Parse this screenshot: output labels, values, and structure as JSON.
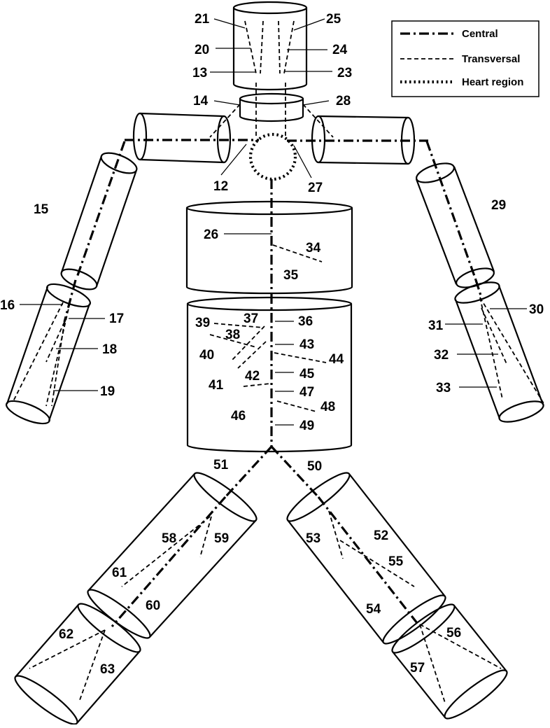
{
  "legend": {
    "central": "Central",
    "transversal": "Transversal",
    "heart": "Heart region"
  },
  "labels": {
    "l12": "12",
    "l13": "13",
    "l14": "14",
    "l15": "15",
    "l16": "16",
    "l17": "17",
    "l18": "18",
    "l19": "19",
    "l20": "20",
    "l21": "21",
    "l23": "23",
    "l24": "24",
    "l25": "25",
    "l26": "26",
    "l27": "27",
    "l28": "28",
    "l29": "29",
    "l30": "30",
    "l31": "31",
    "l32": "32",
    "l33": "33",
    "l34": "34",
    "l35": "35",
    "l36": "36",
    "l37": "37",
    "l38": "38",
    "l39": "39",
    "l40": "40",
    "l41": "41",
    "l42": "42",
    "l43": "43",
    "l44": "44",
    "l45": "45",
    "l46": "46",
    "l47": "47",
    "l48": "48",
    "l49": "49",
    "l50": "50",
    "l51": "51",
    "l52": "52",
    "l53": "53",
    "l54": "54",
    "l55": "55",
    "l56": "56",
    "l57": "57",
    "l58": "58",
    "l59": "59",
    "l60": "60",
    "l61": "61",
    "l62": "62",
    "l63": "63"
  }
}
